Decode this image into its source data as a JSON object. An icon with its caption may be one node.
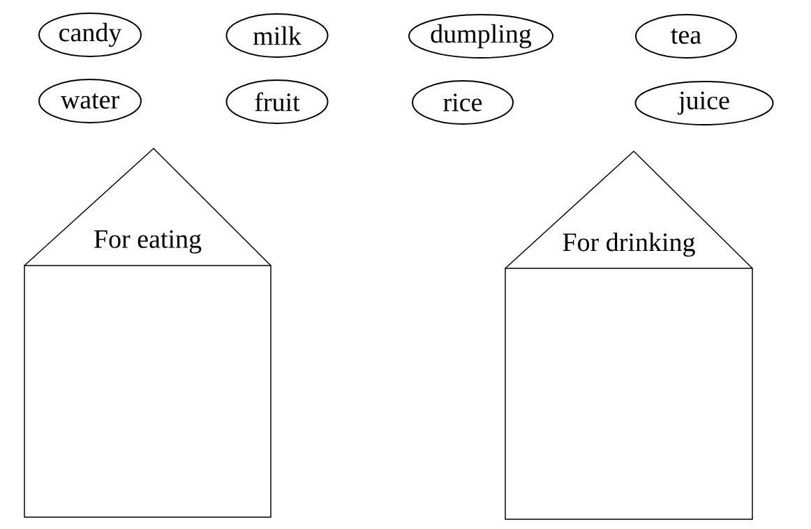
{
  "diagram": {
    "nodes": [
      {
        "text": [
          "candy"
        ]
      },
      {
        "text": [
          "milk"
        ]
      },
      {
        "text": [
          "dumpling"
        ]
      },
      {
        "text": [
          "tea"
        ]
      },
      {
        "text": [
          "water"
        ]
      },
      {
        "text": [
          "fruit"
        ]
      },
      {
        "text": [
          "rice"
        ]
      },
      {
        "text": [
          "juice"
        ]
      },
      {
        "text": [
          "For eating"
        ]
      },
      {
        "text": [],
        "shape": "box"
      },
      {
        "text": [
          "For drinking"
        ]
      },
      {
        "text": [],
        "shape": "box"
      }
    ]
  }
}
